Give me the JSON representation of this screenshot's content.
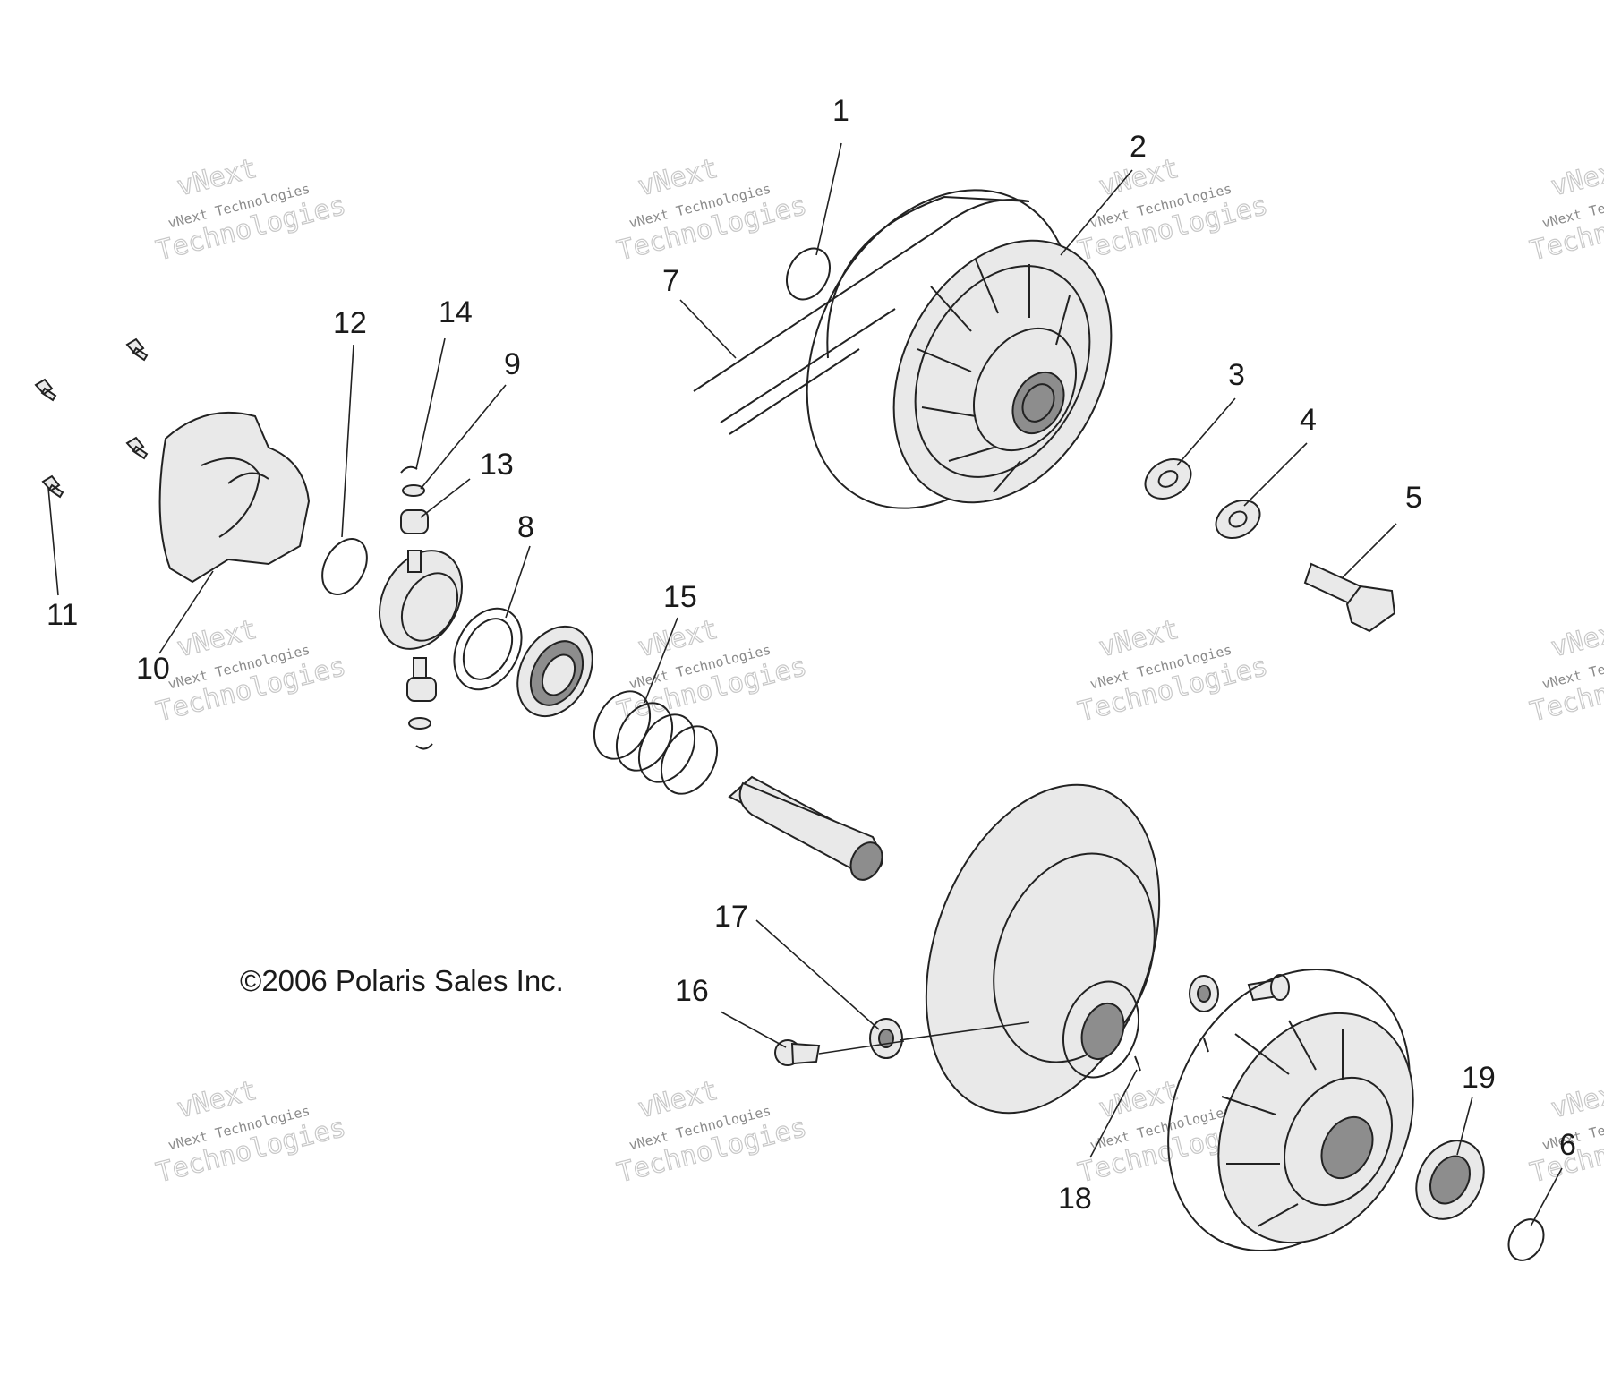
{
  "diagram": {
    "copyright": "©2006 Polaris Sales Inc.",
    "watermark": {
      "line1": "vNext",
      "line2": "vNext Technologies",
      "line3": "Technologies"
    },
    "callouts": [
      "1",
      "2",
      "3",
      "4",
      "5",
      "6",
      "7",
      "8",
      "9",
      "10",
      "11",
      "12",
      "13",
      "14",
      "15",
      "16",
      "17",
      "18",
      "19"
    ]
  }
}
